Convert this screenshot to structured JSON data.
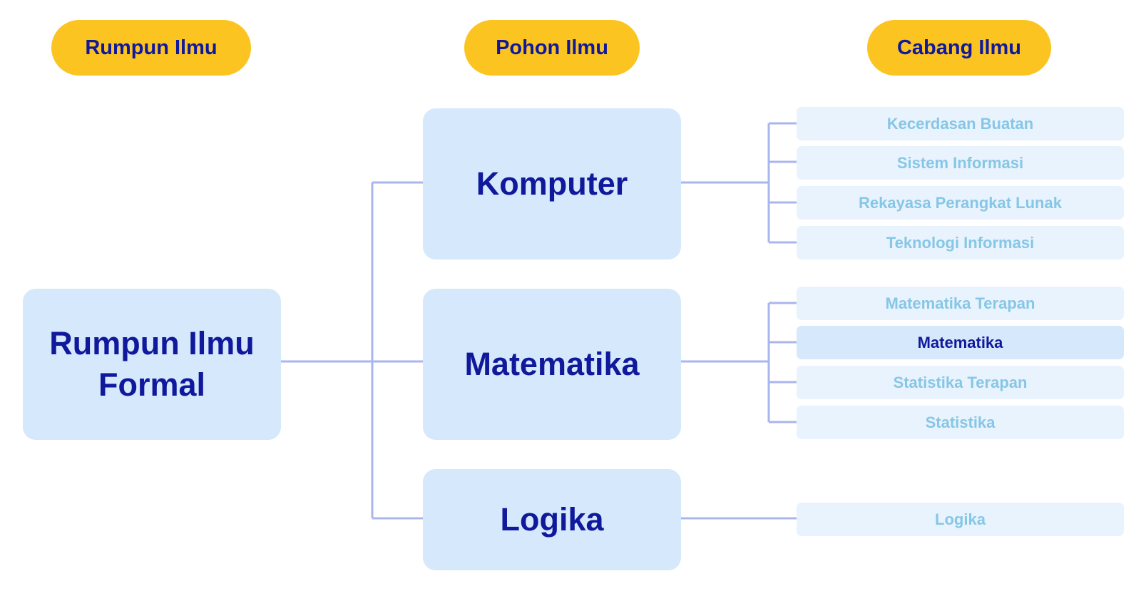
{
  "headers": {
    "rumpun": "Rumpun Ilmu",
    "pohon": "Pohon Ilmu",
    "cabang": "Cabang Ilmu"
  },
  "rumpun_node": {
    "line1": "Rumpun Ilmu",
    "line2": "Formal"
  },
  "pohon": [
    {
      "label": "Komputer",
      "cabang": [
        {
          "label": "Kecerdasan Buatan",
          "highlighted": false
        },
        {
          "label": "Sistem Informasi",
          "highlighted": false
        },
        {
          "label": "Rekayasa Perangkat Lunak",
          "highlighted": false
        },
        {
          "label": "Teknologi Informasi",
          "highlighted": false
        }
      ]
    },
    {
      "label": "Matematika",
      "cabang": [
        {
          "label": "Matematika Terapan",
          "highlighted": false
        },
        {
          "label": "Matematika",
          "highlighted": true
        },
        {
          "label": "Statistika Terapan",
          "highlighted": false
        },
        {
          "label": "Statistika",
          "highlighted": false
        }
      ]
    },
    {
      "label": "Logika",
      "cabang": [
        {
          "label": "Logika",
          "highlighted": false
        }
      ]
    }
  ],
  "colors": {
    "header_pill": "#fcc420",
    "node_bg": "#d6e8fb",
    "leaf_bg": "#e9f3fd",
    "text_dark": "#10199b",
    "text_light": "#86c6e6",
    "connector": "#a9b6ee"
  }
}
